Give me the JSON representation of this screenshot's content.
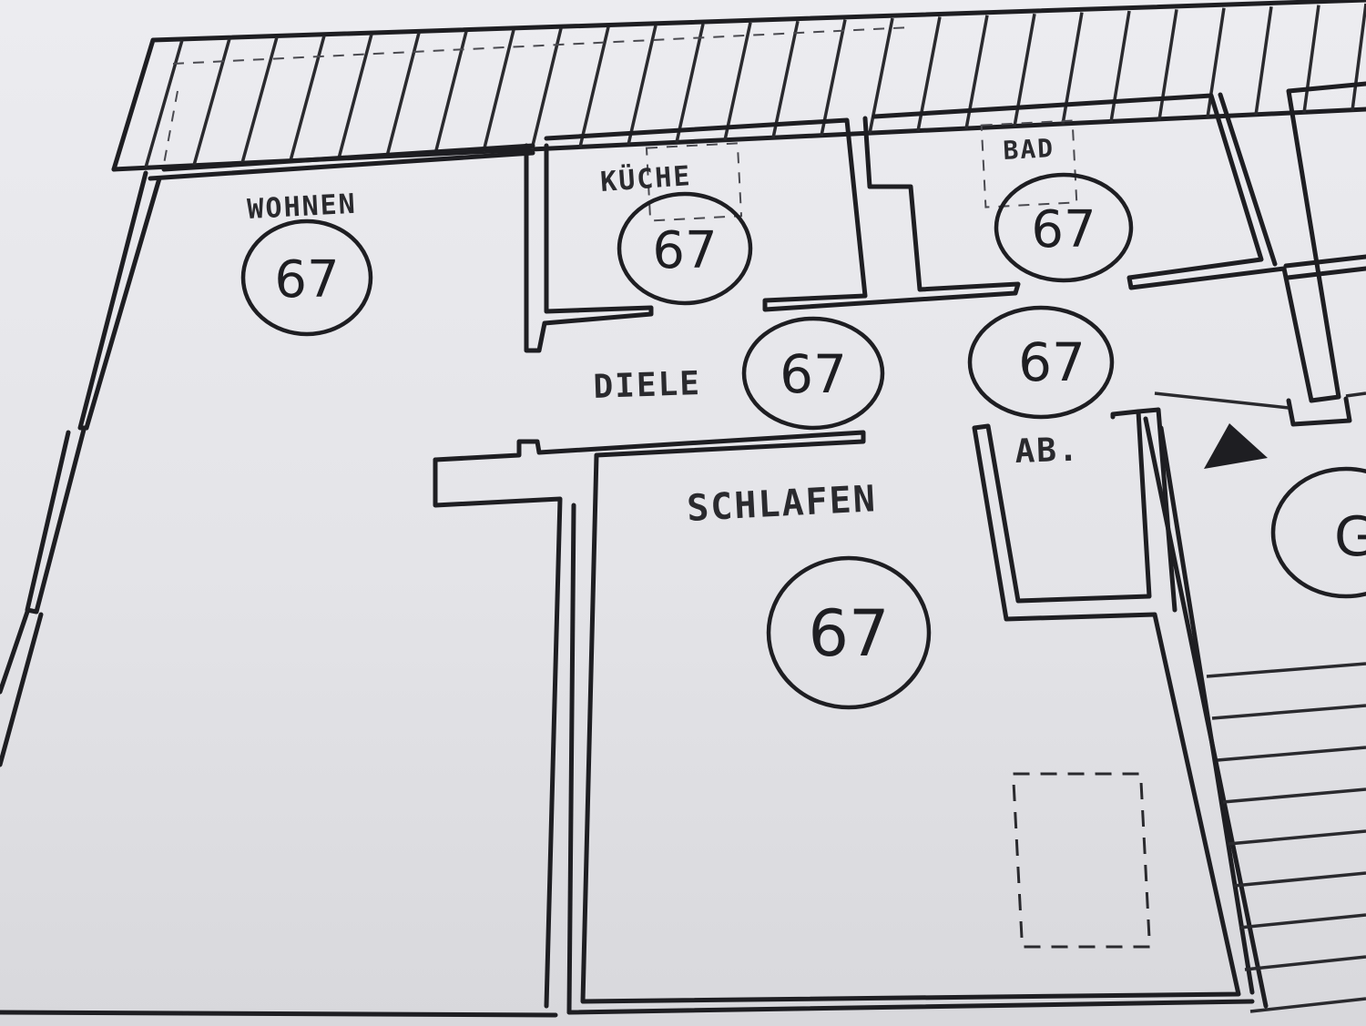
{
  "rooms": {
    "wohnen": {
      "label": "WOHNEN",
      "marker": "67"
    },
    "kueche": {
      "label": "KÜCHE",
      "marker": "67"
    },
    "bad": {
      "label": "BAD",
      "marker": "67"
    },
    "diele": {
      "label": "DIELE",
      "marker": "67"
    },
    "hall_east": {
      "marker": "67"
    },
    "abstell": {
      "label": "AB."
    },
    "schlafen": {
      "label": "SCHLAFEN",
      "marker": "67"
    }
  },
  "colors": {
    "paper": "#e6e6ea",
    "ink": "#1e1e22"
  }
}
